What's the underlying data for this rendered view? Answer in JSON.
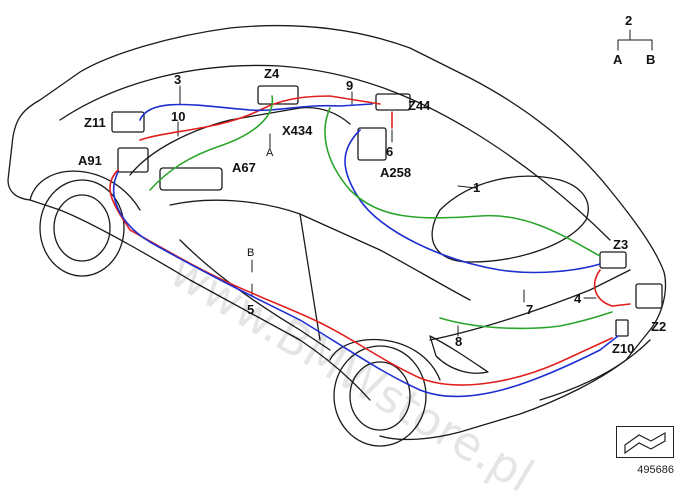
{
  "diagram": {
    "watermark": "www.BMWstore.pl",
    "reference_number": "495686",
    "legend": {
      "root": "2",
      "branch_a": "A",
      "branch_b": "B"
    },
    "wire_colors": {
      "red": "#e0201e",
      "blue": "#1d2fd0",
      "green": "#2aa52a"
    },
    "callouts": {
      "n1": "1",
      "n3": "3",
      "n4": "4",
      "n5": "5",
      "n6": "6",
      "n7": "7",
      "n8": "8",
      "n9": "9",
      "n10": "10",
      "a": "A",
      "b": "B",
      "z2": "Z2",
      "z3": "Z3",
      "z4": "Z4",
      "z10": "Z10",
      "z11": "Z11",
      "z44": "Z44",
      "x434": "X434",
      "a67": "A67",
      "a91": "A91",
      "a258": "A258"
    }
  }
}
